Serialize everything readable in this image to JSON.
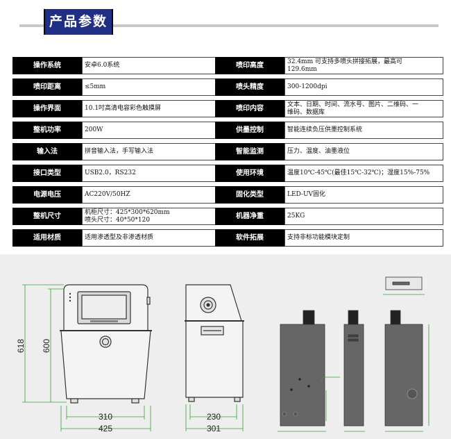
{
  "header": {
    "title": "产品参数"
  },
  "specs_left": [
    {
      "label": "操作系统",
      "lines": [
        "安卓6.0系统"
      ]
    },
    {
      "label": "喷印距离",
      "lines": [
        "≤5mm"
      ]
    },
    {
      "label": "操作界面",
      "lines": [
        "10.1吋高清电容彩色触摸屏"
      ]
    },
    {
      "label": "整机功率",
      "lines": [
        "200W"
      ]
    },
    {
      "label": "输入法",
      "lines": [
        "拼音输入法，手写输入法"
      ]
    },
    {
      "label": "接口类型",
      "lines": [
        "USB2.0，RS232"
      ]
    },
    {
      "label": "电源电压",
      "lines": [
        "AC220V/50HZ"
      ]
    },
    {
      "label": "整机尺寸",
      "lines": [
        "机柜尺寸：425*300*620mm",
        "喷头尺寸：40*50*120"
      ]
    },
    {
      "label": "适用材质",
      "lines": [
        "适用渗透型及非渗透材质"
      ]
    }
  ],
  "specs_right": [
    {
      "label": "喷印高度",
      "lines": [
        "32.4mm  可支持多喷头拼接拓展，最高可",
        "129.6mm"
      ]
    },
    {
      "label": "喷头精度",
      "lines": [
        "300-1200dpi"
      ]
    },
    {
      "label": "喷印内容",
      "lines": [
        "文本、日期、时间、流水号、图片、二维码、一",
        "维码、数据库"
      ]
    },
    {
      "label": "供墨控制",
      "lines": [
        "智能连续负压供墨控制系统"
      ]
    },
    {
      "label": "智能监测",
      "lines": [
        "压力、温度、油墨液位"
      ]
    },
    {
      "label": "使用环境",
      "lines": [
        "温度10℃-45℃(最佳15℃-32℃)；湿度15%-75%"
      ]
    },
    {
      "label": "固化类型",
      "lines": [
        "LED-UV固化"
      ]
    },
    {
      "label": "机器净重",
      "lines": [
        "25KG"
      ]
    },
    {
      "label": "软件拓展",
      "lines": [
        "支持非标功能模块定制"
      ]
    }
  ],
  "drawings": {
    "front": {
      "height_total": "618",
      "height_cabinet": "600",
      "width_inner": "310",
      "width_total": "425"
    },
    "side": {
      "width_inner": "230",
      "width_total": "301"
    }
  }
}
